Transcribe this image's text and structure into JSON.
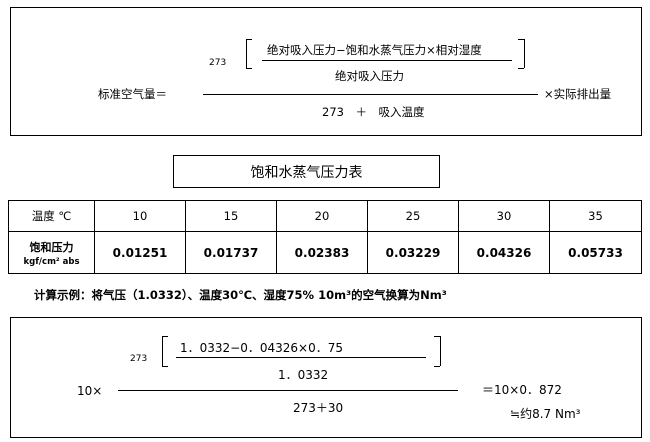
{
  "formula1": {
    "lhs": "标准空气量＝",
    "coef": "273",
    "inner_numerator": "绝对吸入压力−饱和水蒸气压力×相对湿度",
    "inner_denominator": "绝对吸入压力",
    "outer_denominator": "273　＋　吸入温度",
    "multiplier": "×实际排出量"
  },
  "table_title": "饱和水蒸气压力表",
  "table": {
    "header_label": "温度 ℃",
    "row_label_main": "饱和压力",
    "row_label_unit": "kgf/cm² abs",
    "temperatures": [
      "10",
      "15",
      "20",
      "25",
      "30",
      "35"
    ],
    "pressures": [
      "0.01251",
      "0.01737",
      "0.02383",
      "0.03229",
      "0.04326",
      "0.05733"
    ]
  },
  "example_text": "计算示例：将气压（1.0332）、温度30℃、湿度75% 10m³的空气换算为Nm³",
  "formula2": {
    "prefix": "10×",
    "coef": "273",
    "inner_numerator": "1．0332−0．04326×0．75",
    "inner_denominator": "1．0332",
    "outer_denominator": "273＋30",
    "result": "＝10×0．872",
    "approx": "≒约8.7 Nm³"
  }
}
